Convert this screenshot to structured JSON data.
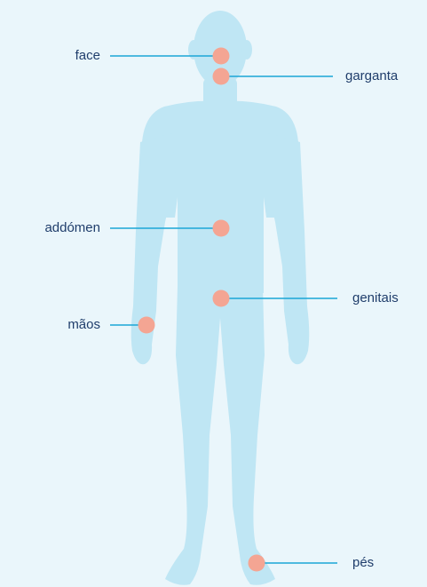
{
  "colors": {
    "background": "#eaf6fb",
    "body": "#bfe6f4",
    "leader_line": "#1ba6d6",
    "marker": "#f4a593",
    "label_text": "#1f3d6b"
  },
  "labels": {
    "face": "face",
    "throat": "garganta",
    "abdomen": "addómen",
    "genitals": "genitais",
    "hands": "mãos",
    "feet": "pés"
  }
}
